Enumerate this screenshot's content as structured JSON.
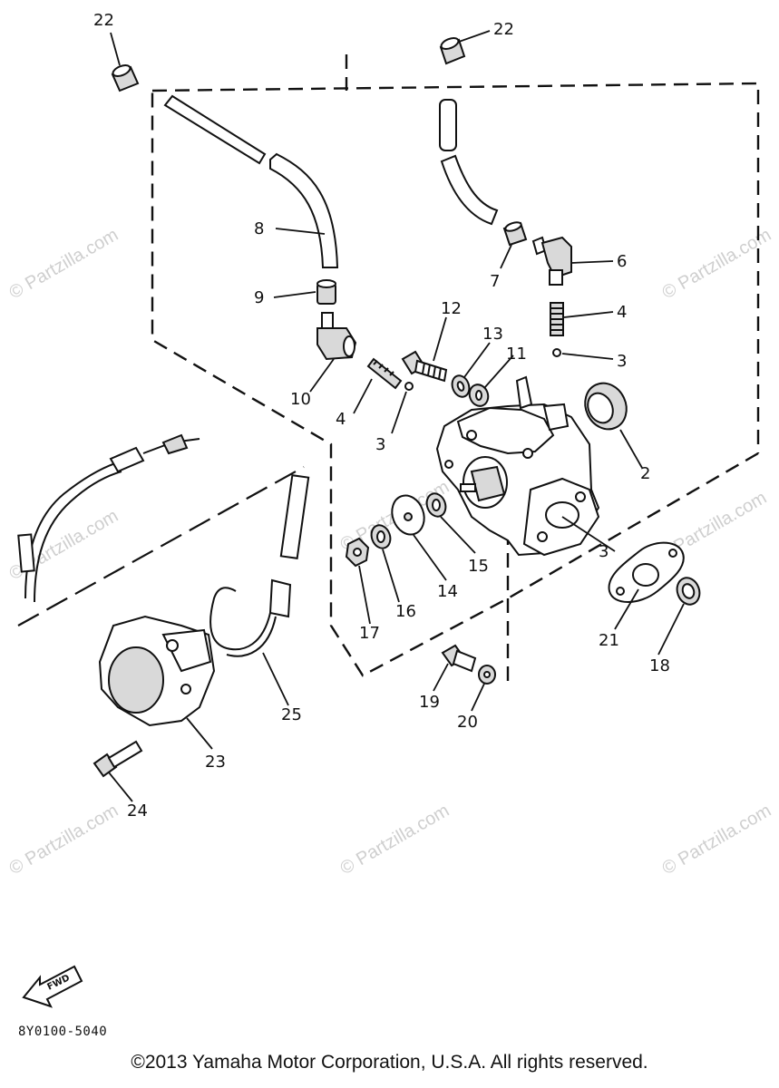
{
  "diagram": {
    "part_labels": [
      "2",
      "3",
      "3",
      "3",
      "4",
      "4",
      "6",
      "7",
      "8",
      "9",
      "10",
      "11",
      "12",
      "13",
      "14",
      "15",
      "16",
      "17",
      "18",
      "19",
      "20",
      "21",
      "22",
      "22",
      "23",
      "24",
      "25"
    ],
    "watermark": "© Partzilla.com",
    "fwd_label": "FWD",
    "diagram_code": "8Y0100-5040"
  },
  "footer": {
    "copyright": "©2013  Yamaha Motor Corporation, U.S.A. All rights reserved."
  }
}
